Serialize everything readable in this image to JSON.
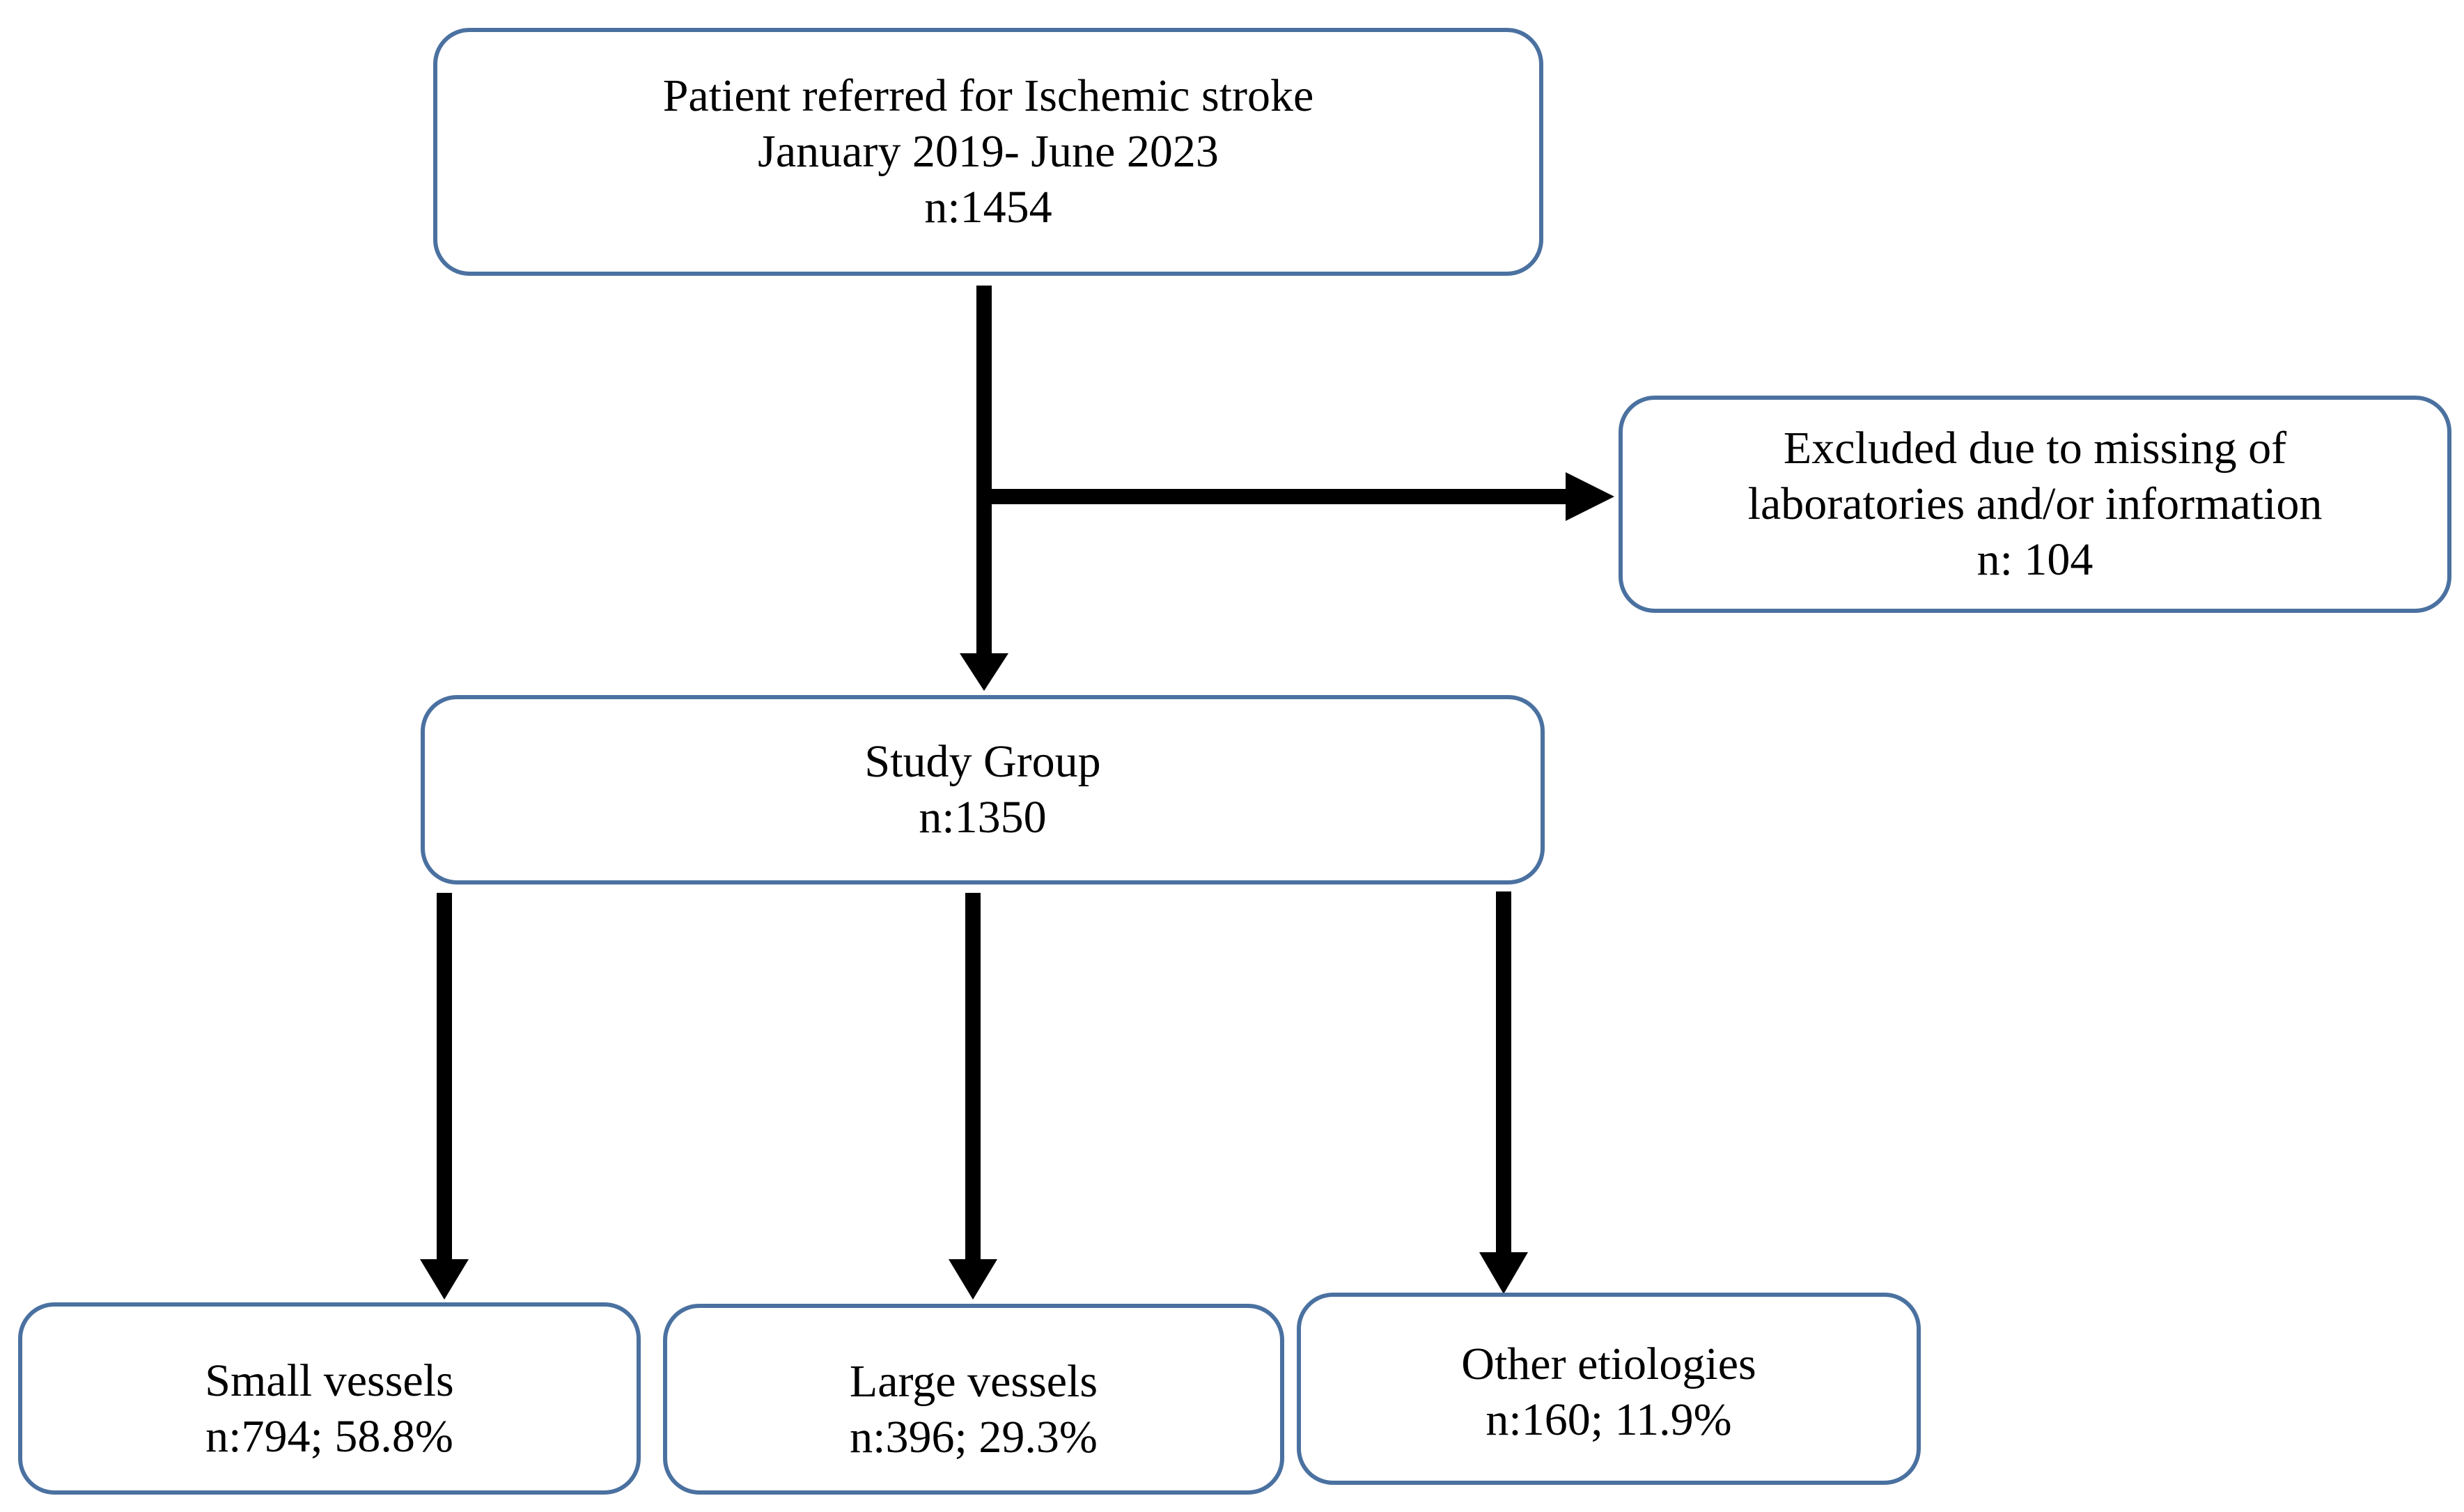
{
  "nodes": {
    "referred": {
      "lines": [
        "Patient referred for Ischemic stroke",
        "January 2019- June 2023",
        "n:1454"
      ]
    },
    "excluded": {
      "lines": [
        "Excluded due to missing of",
        "laboratories and/or information",
        "n: 104"
      ]
    },
    "study_group": {
      "lines": [
        "Study Group",
        "n:1350"
      ]
    },
    "small_vessels": {
      "lines": [
        "Small vessels",
        "n:794; 58.8%"
      ]
    },
    "large_vessels": {
      "lines": [
        "Large vessels",
        "n:396; 29.3%"
      ]
    },
    "other_etiologies": {
      "lines": [
        "Other etiologies",
        "n:160; 11.9%"
      ]
    }
  },
  "colors": {
    "box_border": "#4a71a0",
    "arrow": "#000000"
  }
}
